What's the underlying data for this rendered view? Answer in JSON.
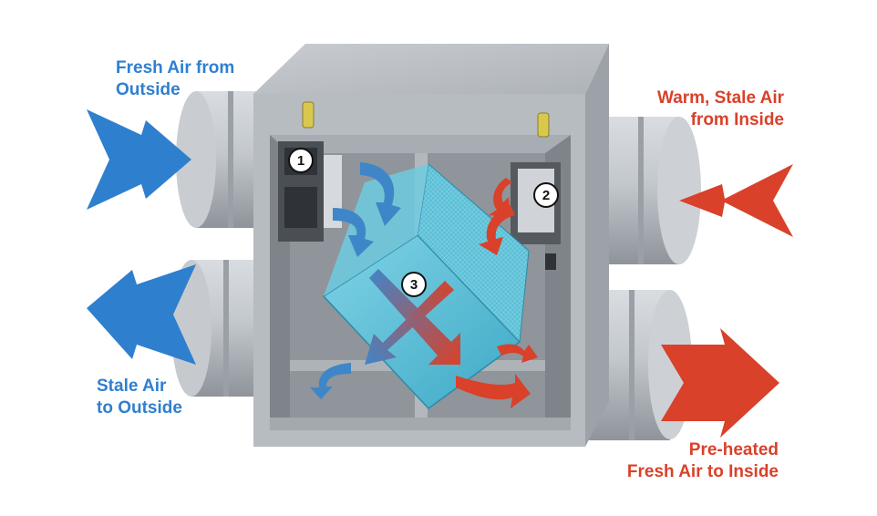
{
  "labels": {
    "fresh_air_in": {
      "line1": "Fresh Air from",
      "line2": "Outside",
      "color": "#2f7fcf"
    },
    "stale_air_out": {
      "line1": "Stale Air",
      "line2": "to Outside",
      "color": "#2f7fcf"
    },
    "warm_stale_in": {
      "line1": "Warm, Stale Air",
      "line2": "from Inside",
      "color": "#d9412a"
    },
    "preheated_out": {
      "line1": "Pre-heated",
      "line2": "Fresh Air to Inside",
      "color": "#d9412a"
    }
  },
  "markers": {
    "m1": "1",
    "m2": "2",
    "m3": "3"
  },
  "colors": {
    "cold_air": "#2f7fcf",
    "warm_air": "#d9412a",
    "housing": "#b9bec4",
    "core": "#5fc3d9"
  }
}
